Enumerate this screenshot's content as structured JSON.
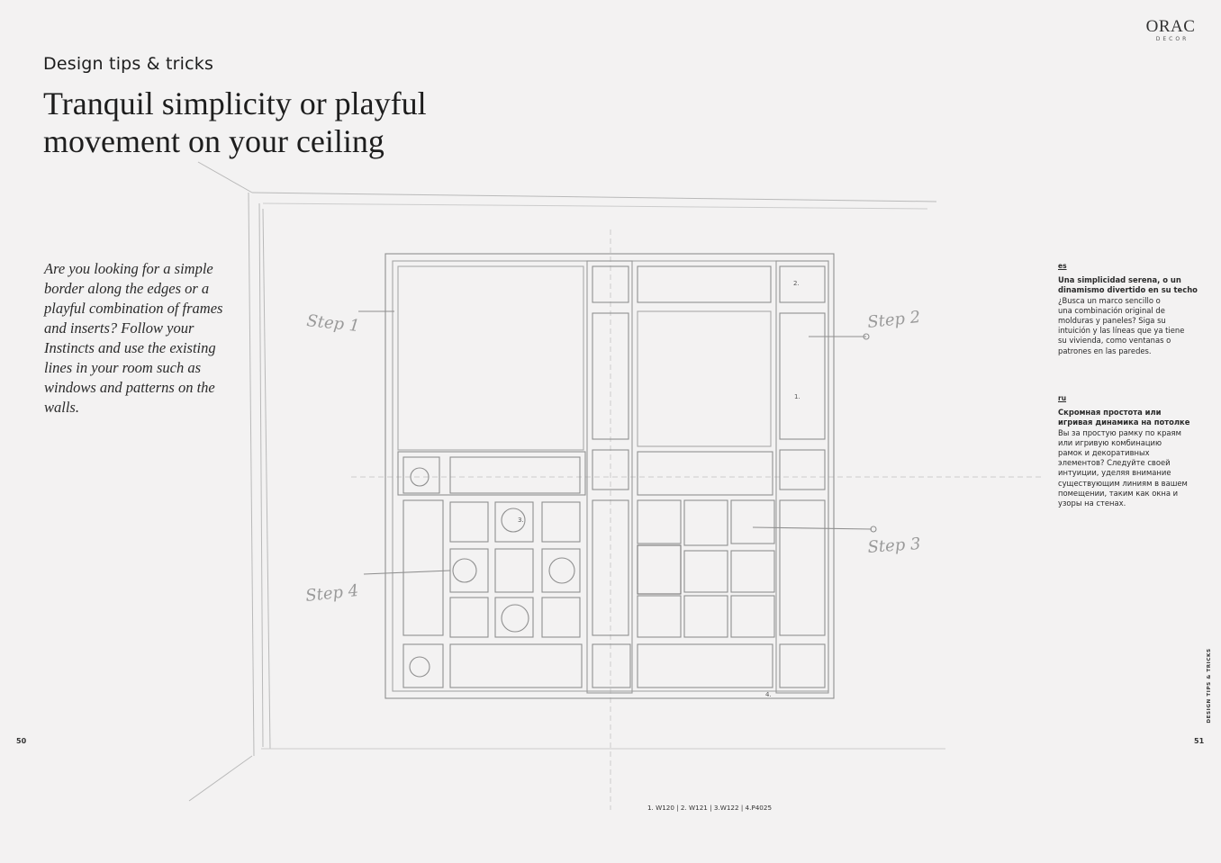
{
  "header": {
    "kicker": "Design tips & tricks",
    "title_lines": [
      "Tranquil simplicity or playful",
      "movement on your ceiling"
    ]
  },
  "logo": {
    "main": "ORAC",
    "sub": "DECOR"
  },
  "intro_lines": [
    "Are you looking for a simple",
    "border along the edges or a",
    "playful combination of frames",
    "and inserts? Follow your",
    "Instincts and use the existing",
    "lines in your room such as",
    "windows and patterns on the",
    "walls."
  ],
  "sketch": {
    "steps": [
      "Step 1",
      "Step 2",
      "Step 3",
      "Step 4"
    ],
    "numbers": [
      "1.",
      "2.",
      "3.",
      "4."
    ]
  },
  "es": {
    "code": "es",
    "heading_lines": [
      "Una simplicidad serena, o un",
      "dinamismo divertido en su techo"
    ],
    "body_lines": [
      "¿Busca un marco sencillo o",
      "una combinación original de",
      "molduras y paneles? Siga su",
      "intuición y las líneas que ya tiene",
      "su vivienda, como ventanas o",
      "patrones en las paredes."
    ]
  },
  "ru": {
    "code": "ru",
    "heading_lines": [
      "Скромная простота или",
      "игривая динамика на потолке"
    ],
    "body_lines": [
      "Вы за простую рамку по краям",
      "или игривую комбинацию",
      "рамок и декоративных",
      "элементов? Следуйте своей",
      "интуиции, уделяя внимание",
      "существующим линиям в вашем",
      "помещении, таким как окна и",
      "узоры на стенах."
    ]
  },
  "page_numbers": {
    "left": "50",
    "right": "51"
  },
  "side_label": "DESIGN TIPS & TRICKS",
  "footer": "1. W120 | 2. W121 | 3.W122 | 4.P4025"
}
